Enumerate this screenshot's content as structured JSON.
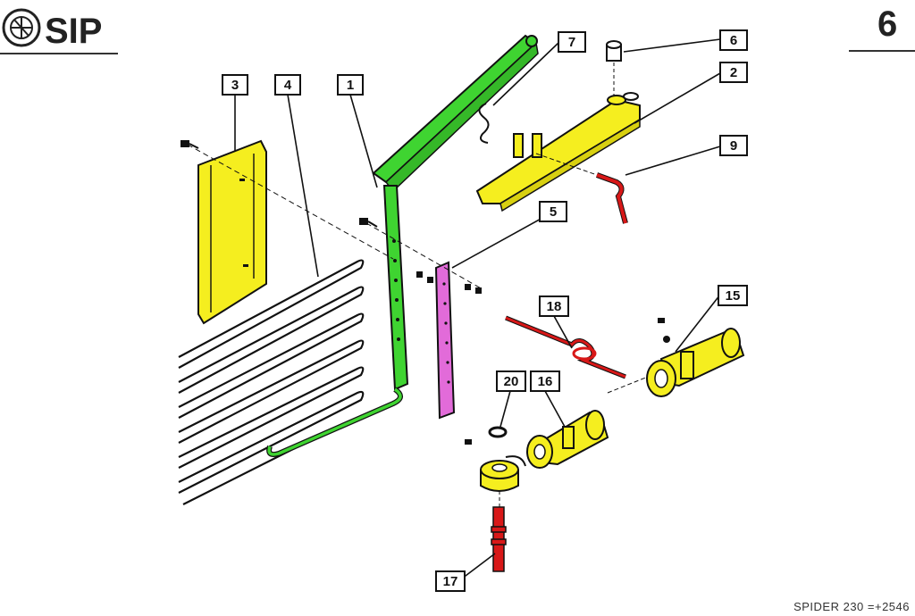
{
  "header": {
    "brand": "SIP",
    "page_number": "6"
  },
  "footer": {
    "model_code": "SPIDER 230 =+2546"
  },
  "callouts": [
    "1",
    "2",
    "3",
    "4",
    "5",
    "6",
    "7",
    "9",
    "15",
    "16",
    "17",
    "18",
    "20"
  ],
  "colors": {
    "green_part": "#3fd431",
    "yellow_part": "#f5ee1f",
    "red_part": "#d81818",
    "magenta_part": "#e26bd9",
    "line": "#111111"
  }
}
